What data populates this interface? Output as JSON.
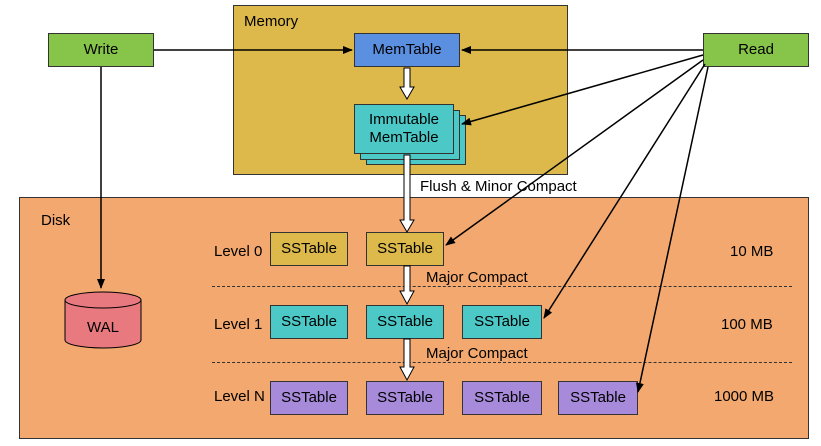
{
  "memory_label": "Memory",
  "disk_label": "Disk",
  "write_label": "Write",
  "read_label": "Read",
  "memtable_label": "MemTable",
  "immutable_label": "Immutable MemTable",
  "flush_label": "Flush & Minor Compact",
  "wal_label": "WAL",
  "compact_label_1": "Major Compact",
  "compact_label_2": "Major Compact",
  "levels": [
    {
      "label": "Level 0",
      "size": "10 MB",
      "tables": [
        "SSTable",
        "SSTable"
      ]
    },
    {
      "label": "Level 1",
      "size": "100 MB",
      "tables": [
        "SSTable",
        "SSTable",
        "SSTable"
      ]
    },
    {
      "label": "Level N",
      "size": "1000 MB",
      "tables": [
        "SSTable",
        "SSTable",
        "SSTable",
        "SSTable"
      ]
    }
  ],
  "colors": {
    "memory": "#ddb94b",
    "disk": "#f2a86e",
    "write_read": "#86c44a",
    "memtable": "#5b8fe0",
    "immutable": "#4cc9c7",
    "level0": "#ddb94b",
    "level1": "#4cc9c7",
    "levelN": "#a78ad9",
    "wal": "#e8797f"
  }
}
